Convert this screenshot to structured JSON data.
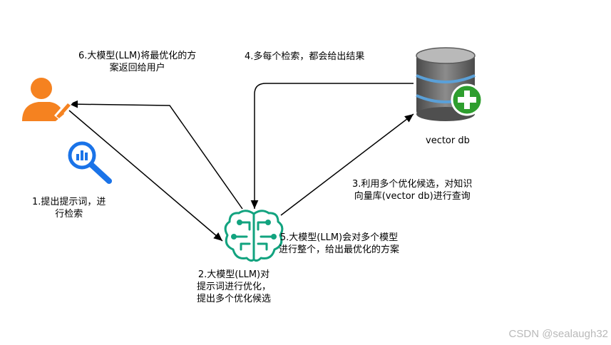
{
  "labels": {
    "step1": [
      "1.提出提示词，进",
      "行检索"
    ],
    "step2": [
      "2.大模型(LLM)对",
      "提示词进行优化，",
      "提出多个优化候选"
    ],
    "step3": [
      "3.利用多个优化候选，对知识",
      "向量库(vector db)进行查询"
    ],
    "step4": [
      "4.多每个检索，都会给出结果"
    ],
    "step5": [
      "5.大模型(LLM)会对多个模型",
      "进行整个，给出最优化的方案"
    ],
    "step6": [
      "6.大模型(LLM)将最优化的方",
      "案返回给用户"
    ],
    "vector_db": "vector db"
  },
  "watermark": "CSDN @sealaugh32",
  "colors": {
    "user": "#f58220",
    "search": "#1a73e8",
    "llm": "#12a37f",
    "db_body": "#6e6e6e",
    "db_band": "#5aa0d8",
    "plus": "#2e9e2e",
    "arrow": "#000000"
  }
}
